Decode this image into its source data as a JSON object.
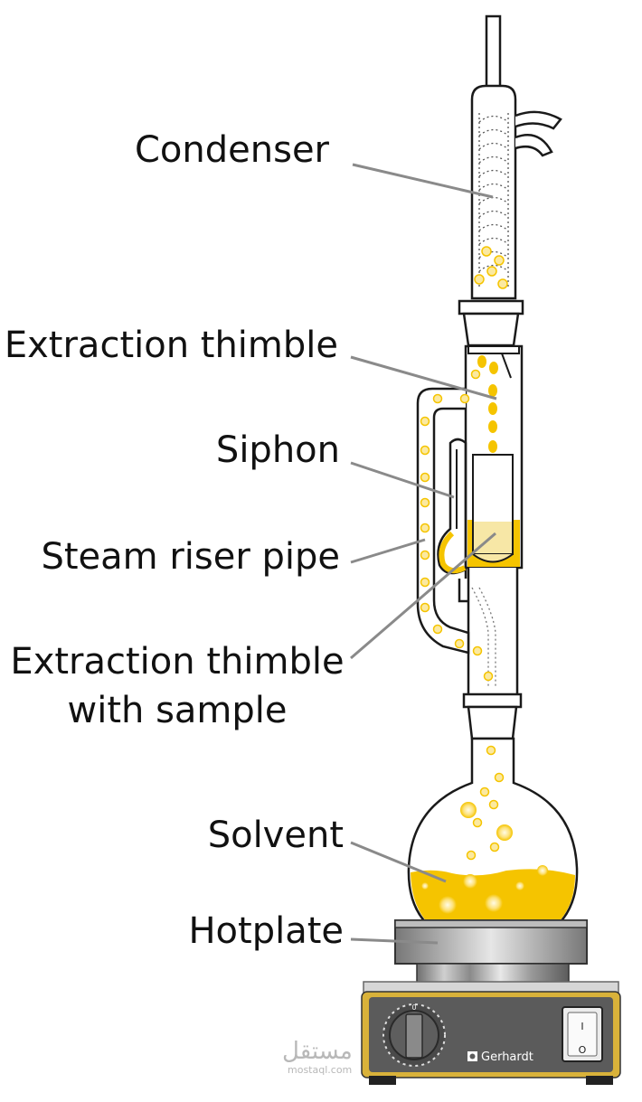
{
  "labels": {
    "condenser": "Condenser",
    "extraction_thimble": "Extraction thimble",
    "siphon": "Siphon",
    "steam_riser_pipe": "Steam riser pipe",
    "thimble_with_sample_line1": "Extraction thimble",
    "thimble_with_sample_line2": "with sample",
    "solvent": "Solvent",
    "hotplate": "Hotplate"
  },
  "hotplate_panel": {
    "brand": "Gerhardt",
    "dial_mark": "0",
    "switch_on": "I",
    "switch_off": "O"
  },
  "watermark": {
    "arabic": "مستقل",
    "site": "mostaql.com"
  },
  "colors": {
    "solvent": "#f5c400",
    "solvent_light": "#f7e7a6",
    "drop": "#f5c400",
    "glass_outline": "#1a1a1a",
    "leader_line": "#8a8a8a",
    "hotplate_frame": "#d9b23a",
    "hotplate_panel": "#5b5b5b",
    "hotplate_base": "#d6d6d6"
  }
}
